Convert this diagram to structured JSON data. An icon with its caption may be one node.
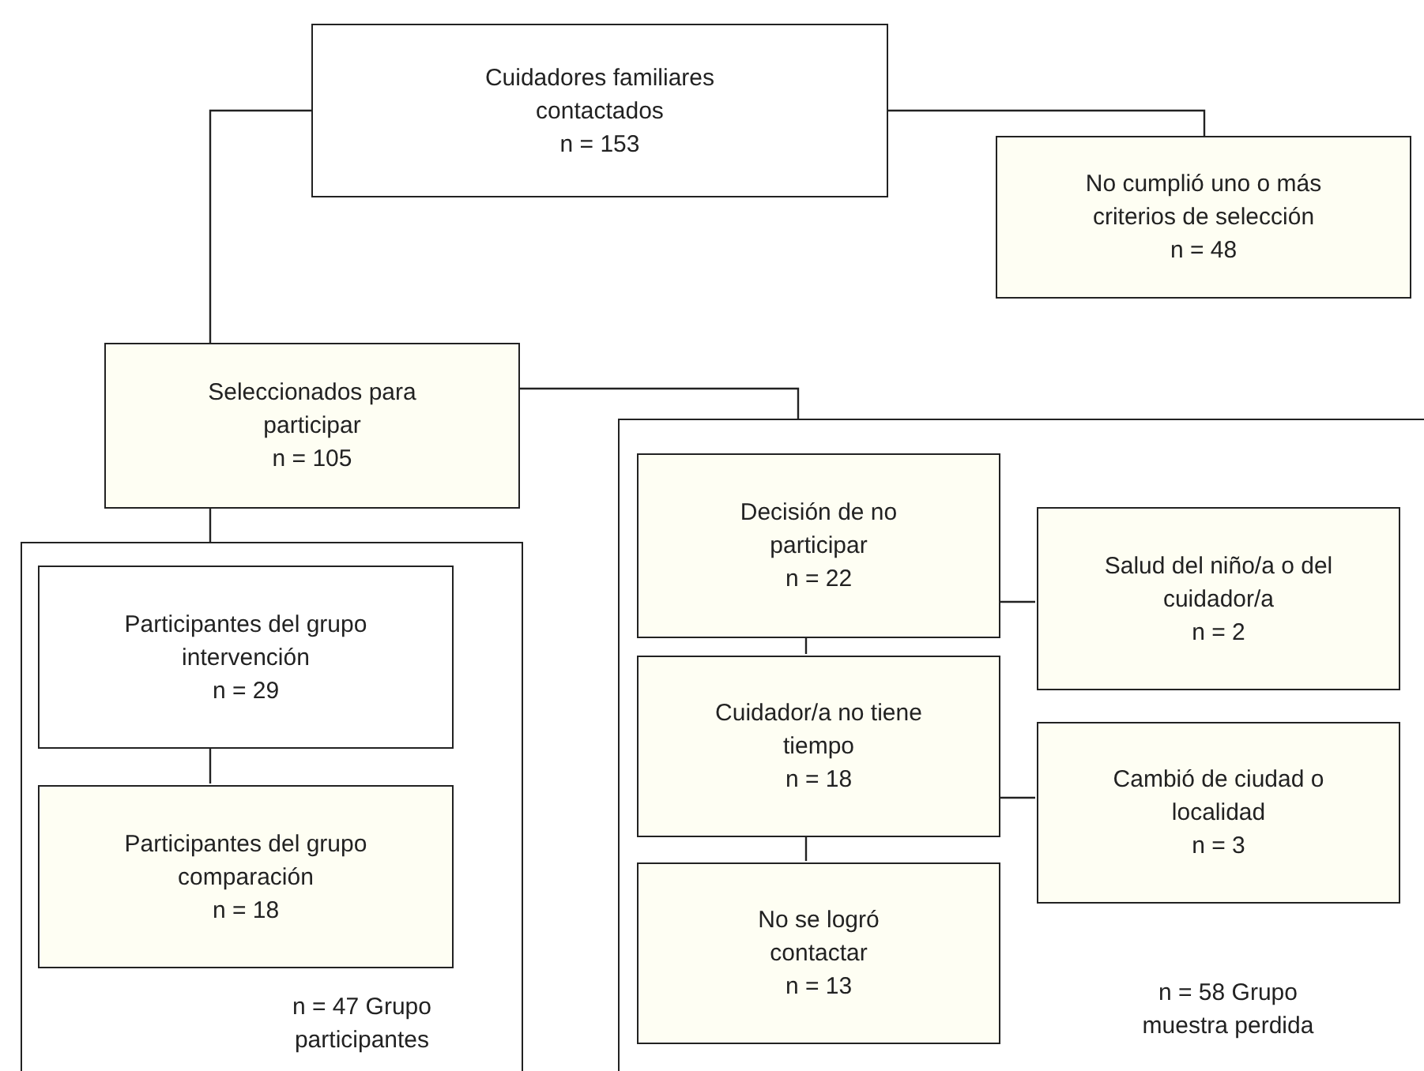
{
  "diagram": {
    "nodes": [
      {
        "text": [
          "Cuidadores familiares contactados",
          "n = 153"
        ]
      },
      {
        "text": [
          "No cumplió uno o más criterios de selección",
          "n = 48"
        ]
      },
      {
        "text": [
          "Seleccionados para participar",
          "n = 105"
        ]
      },
      {
        "text": [
          "n = 47 Grupo participantes"
        ]
      },
      {
        "text": [
          "Participantes del grupo intervención",
          "n = 29"
        ],
        "in": 3
      },
      {
        "text": [
          "Participantes del grupo comparación",
          "n = 18"
        ],
        "in": 3
      },
      {
        "text": [
          "n = 58 Grupo muestra perdida"
        ]
      },
      {
        "text": [
          "Decisión de no participar",
          "n = 22"
        ],
        "in": 6
      },
      {
        "text": [
          "Salud del niño/a o del cuidador/a",
          "n = 2"
        ],
        "in": 6
      },
      {
        "text": [
          "Cuidador/a no tiene tiempo",
          "n = 18"
        ],
        "in": 6
      },
      {
        "text": [
          "Cambió de ciudad o localidad",
          "n = 3"
        ],
        "in": 6
      },
      {
        "text": [
          "No se logró contactar",
          "n = 13"
        ],
        "in": 6
      }
    ],
    "edges": [
      {
        "from": 0,
        "to": 1,
        "arrow": "none"
      },
      {
        "from": 0,
        "to": 2,
        "arrow": "none"
      },
      {
        "from": 2,
        "to": 3,
        "arrow": "none"
      },
      {
        "from": 2,
        "to": 6,
        "arrow": "none"
      },
      {
        "from": 4,
        "to": 5,
        "arrow": "none"
      },
      {
        "from": 7,
        "to": 8,
        "arrow": "none"
      },
      {
        "from": 7,
        "to": 9,
        "arrow": "none"
      },
      {
        "from": 9,
        "to": 10,
        "arrow": "none"
      },
      {
        "from": 9,
        "to": 11,
        "arrow": "none"
      }
    ]
  }
}
